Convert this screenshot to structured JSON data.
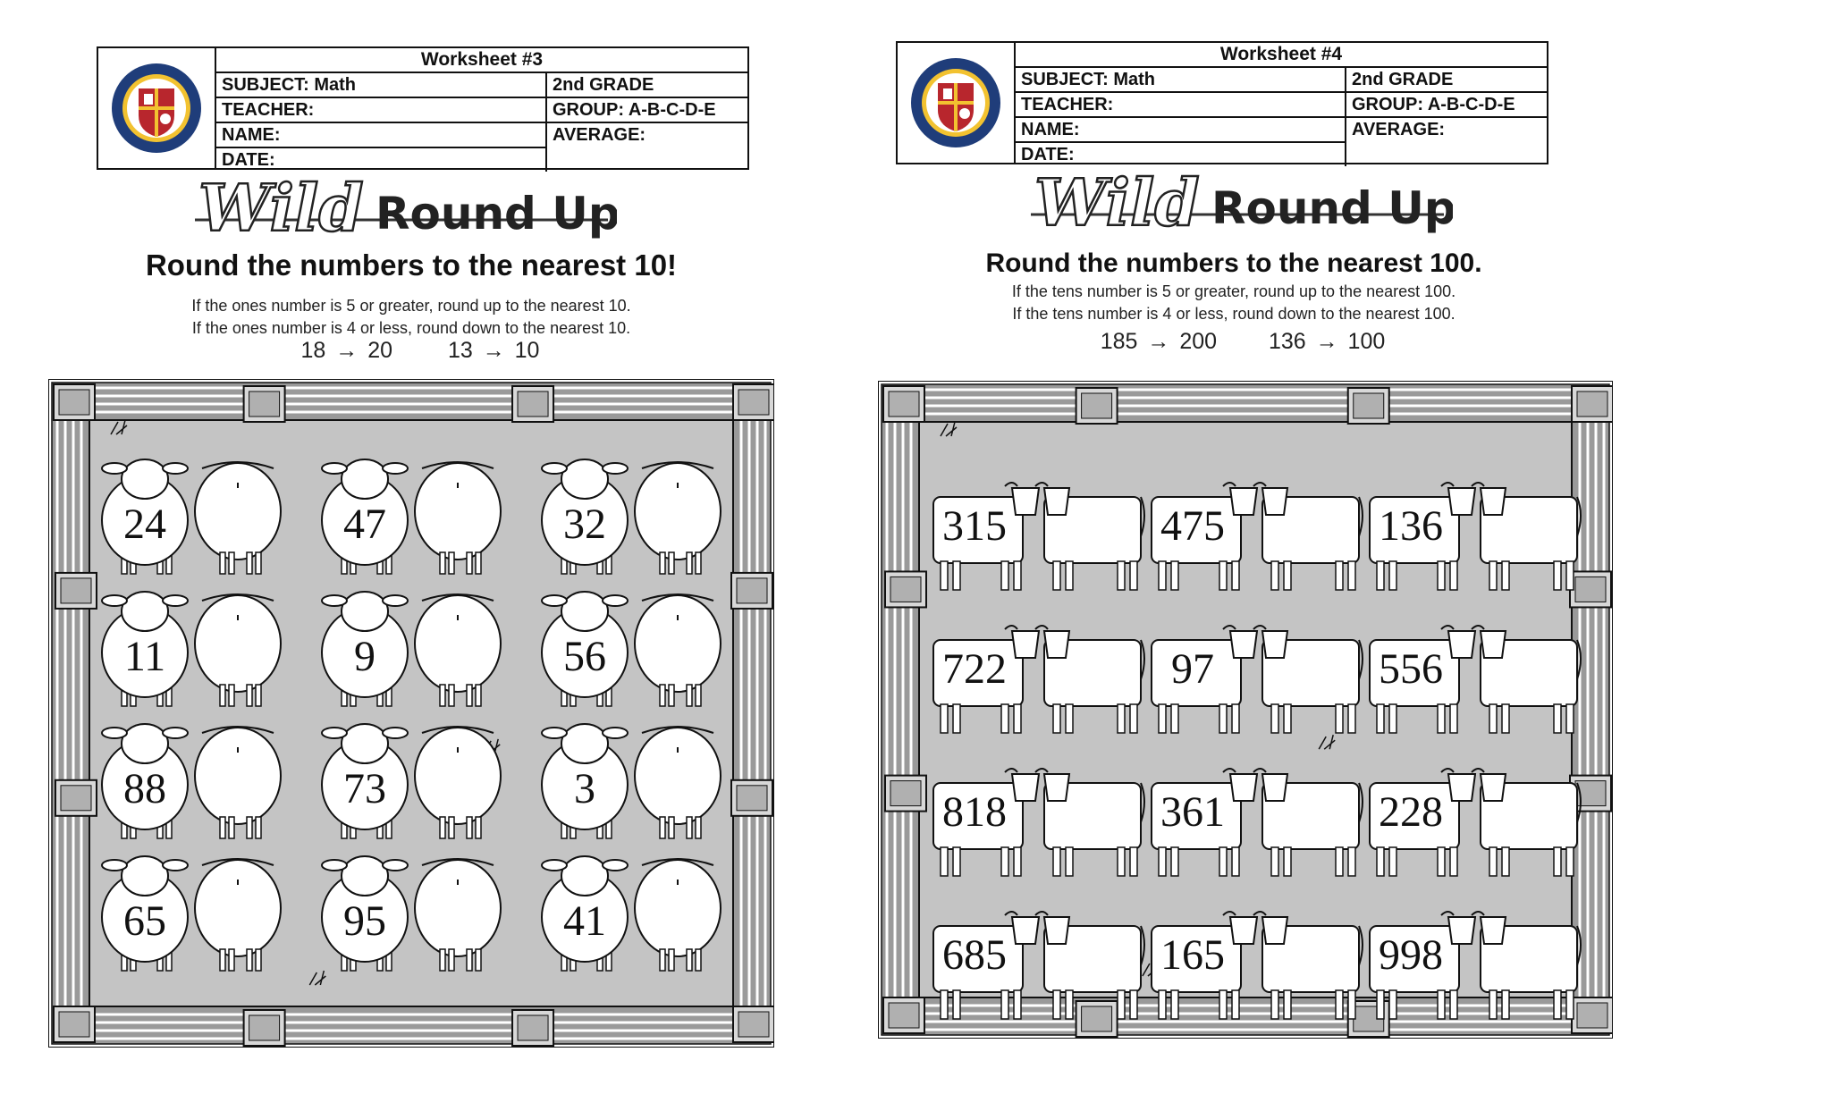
{
  "worksheet3": {
    "header": {
      "title": "Worksheet #3",
      "subject": "SUBJECT: Math",
      "teacher": "TEACHER:",
      "name": "NAME:",
      "date": "DATE:",
      "grade": "2nd GRADE",
      "group": "GROUP: A-B-C-D-E",
      "average": "AVERAGE:"
    },
    "title_art": {
      "word1": "Wild",
      "word2": "Round Up"
    },
    "heading": "Round the numbers to the nearest 10!",
    "rule1": "If the ones number is 5 or greater, round up to the nearest 10.",
    "rule2": "If the ones number is 4 or less, round down to the nearest 10.",
    "example1": "18 → 20",
    "example2": "13 → 10",
    "animal": "sheep",
    "numbers": [
      "24",
      "47",
      "32",
      "11",
      "9",
      "56",
      "88",
      "73",
      "3",
      "65",
      "95",
      "41"
    ]
  },
  "worksheet4": {
    "header": {
      "title": "Worksheet #4",
      "subject": "SUBJECT: Math",
      "teacher": "TEACHER:",
      "name": "NAME:",
      "date": "DATE:",
      "grade": "2nd GRADE",
      "group": "GROUP: A-B-C-D-E",
      "average": "AVERAGE:"
    },
    "title_art": {
      "word1": "Wild",
      "word2": "Round Up"
    },
    "heading": "Round the numbers to the nearest 100.",
    "rule1": "If the tens number is 5 or greater, round up to the nearest 100.",
    "rule2": "If the tens number is 4 or less, round down to the nearest 100.",
    "example1": "185 → 200",
    "example2": "136 → 100",
    "animal": "cow",
    "numbers": [
      "315",
      "475",
      "136",
      "722",
      "97",
      "556",
      "818",
      "361",
      "228",
      "685",
      "165",
      "998"
    ]
  },
  "colors": {
    "pen_floor": "#c4c4c4",
    "fence": "#9a9a9a",
    "ink": "#111111"
  },
  "icons": {
    "logo": "school-crest-icon"
  }
}
